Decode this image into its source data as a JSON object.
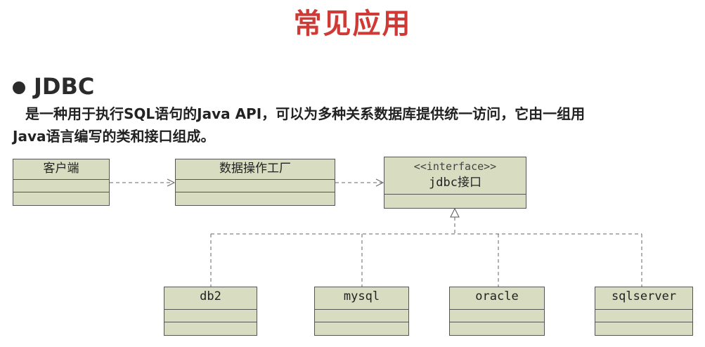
{
  "title": "常见应用",
  "section": {
    "heading": "JDBC",
    "description_line1": "是一种用于执行SQL语句的Java  API，可以为多种关系数据库提供统一访问，它由一组用",
    "description_line2": "Java语言编写的类和接口组成。"
  },
  "diagram": {
    "client": "客户端",
    "factory": "数据操作工厂",
    "interface_stereotype": "<<interface>>",
    "interface_name": "jdbc接口",
    "implementations": [
      "db2",
      "mysql",
      "oracle",
      "sqlserver"
    ]
  },
  "colors": {
    "title": "#d03a36",
    "box_fill": "#d8dcc0",
    "box_border": "#555555"
  }
}
